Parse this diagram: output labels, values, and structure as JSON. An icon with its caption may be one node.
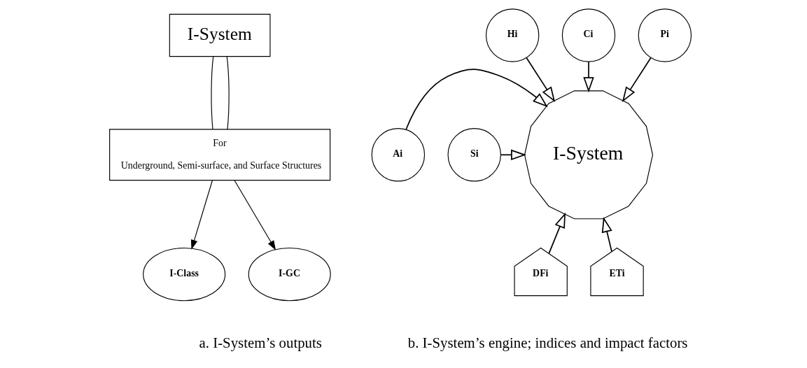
{
  "diagram": {
    "nodes": [
      {
        "text": [
          "I-System"
        ]
      },
      {
        "text": [
          "For",
          "Underground, Semi-surface, and Surface Structures"
        ]
      },
      {
        "text": [
          "I-Class"
        ]
      },
      {
        "text": [
          "I-GC"
        ]
      },
      {
        "text": [
          "Hi"
        ]
      },
      {
        "text": [
          "Ci"
        ]
      },
      {
        "text": [
          "Pi"
        ]
      },
      {
        "text": [
          "Ai"
        ]
      },
      {
        "text": [
          "I-System"
        ]
      },
      {
        "text": [
          "Si"
        ]
      },
      {
        "text": [
          "DFi"
        ]
      },
      {
        "text": [
          "ETi"
        ]
      }
    ],
    "edges": [
      {
        "from": 0,
        "to": 1,
        "arrow": "none"
      },
      {
        "from": 0,
        "to": 1,
        "arrow": "none"
      },
      {
        "from": 1,
        "to": 2,
        "arrow": "to"
      },
      {
        "from": 1,
        "to": 3,
        "arrow": "to"
      },
      {
        "from": 4,
        "to": 8,
        "arrow": "to"
      },
      {
        "from": 5,
        "to": 8,
        "arrow": "to"
      },
      {
        "from": 6,
        "to": 8,
        "arrow": "to"
      },
      {
        "from": 7,
        "to": 8,
        "arrow": "to"
      },
      {
        "from": 9,
        "to": 8,
        "arrow": "to"
      },
      {
        "from": 10,
        "to": 8,
        "arrow": "to"
      },
      {
        "from": 11,
        "to": 8,
        "arrow": "to"
      }
    ],
    "labels": [
      "a. I-System’s outputs",
      "b. I-System’s engine; indices and impact factors"
    ]
  }
}
